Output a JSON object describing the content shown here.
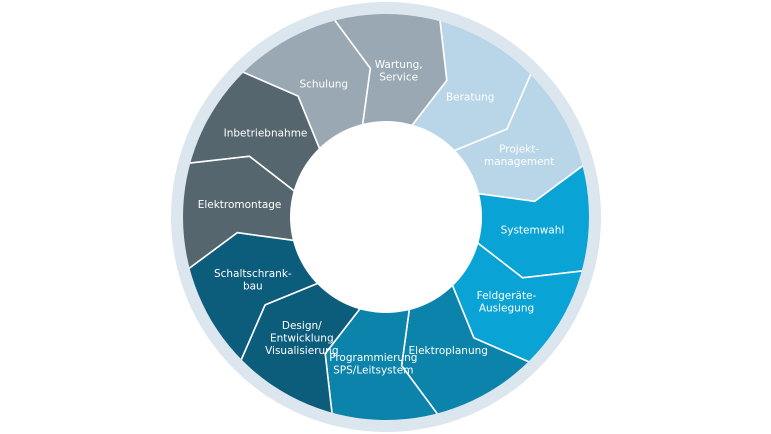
{
  "diagram": {
    "segments": [
      {
        "id": "beratung",
        "lines": [
          "Beratung"
        ],
        "color": "#b8d6e8",
        "text_color": "#1d3c52"
      },
      {
        "id": "projektmanagement",
        "lines": [
          "Projekt-",
          "management"
        ],
        "color": "#b8d6e8",
        "text_color": "#1d3c52"
      },
      {
        "id": "systemwahl",
        "lines": [
          "Systemwahl"
        ],
        "color": "#0aa3d6",
        "text_color": "#1d3c52"
      },
      {
        "id": "feldgeraete-auslegung",
        "lines": [
          "Feldgeräte-",
          "Auslegung"
        ],
        "color": "#0aa3d6",
        "text_color": "#1d3c52"
      },
      {
        "id": "elektroplanung",
        "lines": [
          "Elektroplanung"
        ],
        "color": "#0b83aa",
        "text_color": "#ffffff"
      },
      {
        "id": "programmierung",
        "lines": [
          "Programmierung",
          "SPS/Leitsystem"
        ],
        "color": "#0b83aa",
        "text_color": "#ffffff"
      },
      {
        "id": "design-entwicklung",
        "lines": [
          "Design/",
          "Entwicklung",
          "Visualisierung"
        ],
        "color": "#0c5c7c",
        "text_color": "#ffffff"
      },
      {
        "id": "schaltschrankbau",
        "lines": [
          "Schaltschrank-",
          "bau"
        ],
        "color": "#0c5c7c",
        "text_color": "#ffffff"
      },
      {
        "id": "elektromontage",
        "lines": [
          "Elektromontage"
        ],
        "color": "#56666f",
        "text_color": "#ffffff"
      },
      {
        "id": "inbetriebnahme",
        "lines": [
          "Inbetriebnahme"
        ],
        "color": "#56666f",
        "text_color": "#ffffff"
      },
      {
        "id": "schulung",
        "lines": [
          "Schulung"
        ],
        "color": "#9aa8b3",
        "text_color": "#ffffff"
      },
      {
        "id": "wartung-service",
        "lines": [
          "Wartung,",
          "Service"
        ],
        "color": "#9aa8b3",
        "text_color": "#ffffff"
      }
    ],
    "colors": {
      "background": "#ffffff",
      "outer_ring": "#dce6ee",
      "divider": "#ffffff",
      "center": "#ffffff"
    }
  }
}
